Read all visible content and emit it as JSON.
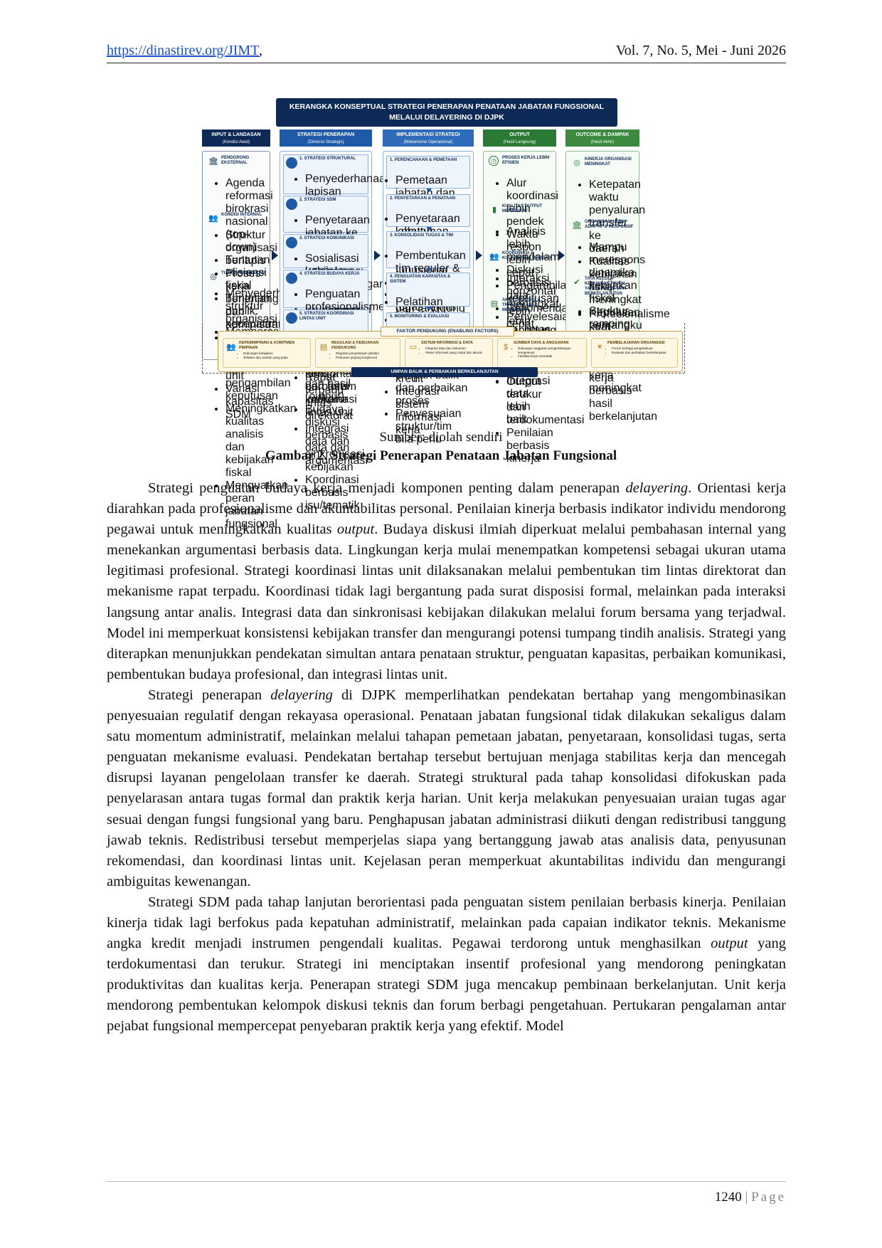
{
  "header": {
    "url": "https://dinastirev.org/JIMT",
    "comma": ",",
    "volume": "Vol. 7, No. 5, Mei - Juni 2026"
  },
  "figure": {
    "title_line1": "KERANGKA KONSEPTUAL STRATEGI PENERAPAN PENATAAN JABATAN FUNGSIONAL",
    "title_line2": "MELALUI DELAYERING DI DJPK",
    "columns": [
      {
        "title": "INPUT & LANDASAN",
        "sub": "(Kondisi Awal)",
        "color": "#0d2a57"
      },
      {
        "title": "STRATEGI PENERAPAN",
        "sub": "(Dimensi Strategis)",
        "color": "#1f5aa6"
      },
      {
        "title": "IMPLEMENTASI STRATEGI",
        "sub": "(Mekanisme Operasional)",
        "color": "#2e6bb8"
      },
      {
        "title": "OUTPUT",
        "sub": "(Hasil Langsung)",
        "color": "#2a7a35"
      },
      {
        "title": "OUTCOME & DAMPAK",
        "sub": "(Hasil Akhir)",
        "color": "#3c8a3f"
      }
    ],
    "input": [
      {
        "title": "PENDORONG EKSTERNAL",
        "items": [
          "Agenda reformasi birokrasi nasional (top-down)",
          "Tuntutan efisiensi fiskal",
          "Tuntutan publik: kecepatan, akuntabilitas, transparansi"
        ]
      },
      {
        "title": "KONDISI INTERNAL",
        "items": [
          "Struktur organisasi berlapis",
          "Proses kerja berjenjang dan administratif",
          "Fragmentasi koordinasi antar unit",
          "Variasi kapasitas SDM"
        ]
      },
      {
        "title": "TUJUAN KEBIJAKAN",
        "items": [
          "Menyederhanakan struktur organisasi",
          "Mempercepat proses kerja dan pengambilan keputusan",
          "Meningkatkan kualitas analisis dan kebijakan fiskal",
          "Menguatkan peran jabatan fungsional"
        ]
      }
    ],
    "strategi": [
      {
        "title": "1. STRATEGI STRUKTURAL",
        "items": [
          "Penyederhanaan lapisan eselon",
          "Pemetaan ulang unit kerja",
          "Penegasan garis komando teknis",
          "Penguatan fungsi koordinatif ke mekanisme tim"
        ]
      },
      {
        "title": "2. STRATEGI SDM",
        "items": [
          "Penyetaraan jabatan ke fungsional",
          "Pemetaan kompetensi",
          "Pengembangan kapasitas (pelatihan, sertifikasi, angka kredit)",
          "Penilaian kinerja berbasis indikator"
        ]
      },
      {
        "title": "3. STRATEGI KOMUNIKASI",
        "items": [
          "Sosialisasi kebijakan dan rasionalitas",
          "Transparansi informasi karier dan angka kredit",
          "Komunikasi horizontal dan forum koordinasi lintas unit"
        ]
      },
      {
        "title": "4. STRATEGI BUDAYA KERJA",
        "items": [
          "Penguatan profesionalisme, integritas, akuntabilitas",
          "Orientasi pada kompetensi dan hasil (output)",
          "Budaya diskusi berbasis data dan argumentasi"
        ]
      },
      {
        "title": "5. STRATEGI KOORDINASI LINTAS UNIT",
        "items": [
          "Pembentukan tim reguler & ad hoc",
          "Rapat terpadu lintas direktorat",
          "Integrasi data dan sinkronisasi kebijakan",
          "Koordinasi berbasis isu/tematik"
        ]
      }
    ],
    "implementasi": [
      {
        "title": "1. PERENCANAAN & PEMETAAN",
        "items": [
          "Pemetaan jabatan dan kompetensi",
          "Analisis kebutuhan organisasi"
        ]
      },
      {
        "title": "2. PENYETARAAN & PENATAAN",
        "items": [
          "Penyetaraan jabatan administratif ke jabatan fungsional",
          "Penyesuaian uraian tugas dan tanggung jawab"
        ]
      },
      {
        "title": "3. KONSOLIDASI TUGAS & TIM",
        "items": [
          "Pembentukan tim reguler & ad hoc",
          "Redistribusi tugas teknis",
          "Penataan alur kerja dan alur persetujuan dokumen"
        ]
      },
      {
        "title": "4. PENGUATAN KAPASITAS & SISTEM",
        "items": [
          "Pelatihan teknis dan pembinaan berkelanjutan",
          "Penguatan sistem angka kredit",
          "Integrasi sistem informasi kerja"
        ]
      },
      {
        "title": "5. MONITORING & EVALUASI",
        "items": [
          "Pemantauan kinerja individu & unit",
          "Umpan balik dan perbaikan proses",
          "Penyesuaian struktur/tim bila perlu"
        ]
      }
    ],
    "output": [
      {
        "title": "PROSES KERJA LEBIH EFISIEN",
        "items": [
          "Alur koordinasi lebih pendek",
          "Waktu respon lebih cepat",
          "Pengambilan keputusan lebih cepat"
        ]
      },
      {
        "title": "KUALITAS OUTPUT MENINGKAT",
        "items": [
          "Analisis lebih mendalam",
          "Diskusi berbasis data",
          "Rekomendasi lebih komprehensif"
        ]
      },
      {
        "title": "KOORDINASI & KOLABORASI MEMBAIK",
        "items": [
          "Interaksi horizontal meningkat",
          "Penyelesaian isu lintas fungsi lebih cepat",
          "Integrasi data lebih baik"
        ]
      },
      {
        "title": "AKUNTABILITAS & TRANSPARANSI MENINGKAT",
        "items": [
          "Tanggung jawab lebih jelas",
          "Output terukur dan terdokumentasi",
          "Penilaian berbasis kinerja"
        ]
      }
    ],
    "outcome": [
      {
        "title": "KINERJA ORGANISASI MENINGKAT",
        "items": [
          "Ketepatan waktu penyaluran transfer ke daerah",
          "Kualitas kebijakan fiskal meningkat",
          "Kepuasan pemangku kepentingan meningkat"
        ]
      },
      {
        "title": "ORGANISASI LEBIH ADAPTIF & RESPONSIF",
        "items": [
          "Mampu merespons dinamika kebijakan fiskal",
          "Struktur ramping dan fleksibel",
          "Inovasi kerja meningkat"
        ]
      },
      {
        "title": "TATA KELOLA KEBIJAKAN FISKAL YANG EFEKTIF DAN BERKELANJUTAN",
        "items": [
          "Profesionalisme kuat",
          "Integritas terjaga",
          "Budaya kerja berbasis hasil berkelanjutan"
        ]
      }
    ],
    "enabling_title": "FAKTOR PENDUKUNG (ENABLING FACTORS)",
    "enabling": [
      {
        "title": "KEPEMIMPINAN & KOMITMEN PIMPINAN",
        "items": [
          "Dukungan kebijakan",
          "Teladan dan arahan yang jelas"
        ]
      },
      {
        "title": "REGULASI & KEBIJAKAN PENDUKUNG",
        "items": [
          "Regulasi penyetaraan jabatan",
          "Pedoman jenjang fungsional"
        ]
      },
      {
        "title": "SISTEM INFORMASI & DATA",
        "items": [
          "Integrasi data dan dokumen",
          "Akses informasi yang cepat dan akurat"
        ]
      },
      {
        "title": "SUMBER DAYA & ANGGARAN",
        "items": [
          "Dukungan anggaran pengembangan kompetensi",
          "Fasilitas kerja memadai"
        ]
      },
      {
        "title": "PEMBELAJARAN ORGANISASI",
        "items": [
          "Forum berbagi pengetahuan",
          "Evaluasi dan perbaikan berkelanjutan"
        ]
      }
    ],
    "feedback": "UMPAN BALIK & PERBAIKAN BERKELANJUTAN"
  },
  "caption": {
    "source": "Sumber: diolah sendiri",
    "label": "Gambar 2",
    "title": "Strategi Penerapan Penataan Jabatan Fungsional"
  },
  "body": {
    "p1": [
      {
        "t": "Strategi penguatan budaya kerja menjadi komponen penting dalam penerapan "
      },
      {
        "t": "delayering",
        "i": true
      },
      {
        "t": ". Orientasi kerja diarahkan pada profesionalisme dan akuntabilitas personal. Penilaian kinerja berbasis indikator individu mendorong pegawai untuk meningkatkan kualitas "
      },
      {
        "t": "output",
        "i": true
      },
      {
        "t": ". Budaya diskusi ilmiah diperkuat melalui pembahasan internal yang menekankan argumentasi berbasis data. Lingkungan kerja mulai menempatkan kompetensi sebagai ukuran utama legitimasi profesional. Strategi koordinasi lintas unit dilaksanakan melalui pembentukan tim lintas direktorat dan mekanisme rapat terpadu. Koordinasi tidak lagi bergantung pada surat disposisi formal, melainkan pada interaksi langsung antar analis. Integrasi data dan sinkronisasi kebijakan dilakukan melalui forum bersama yang terjadwal. Model ini memperkuat konsistensi kebijakan transfer dan mengurangi potensi tumpang tindih analisis. Strategi yang diterapkan menunjukkan pendekatan simultan antara penataan struktur, penguatan kapasitas, perbaikan komunikasi, pembentukan budaya profesional, dan integrasi lintas unit."
      }
    ],
    "p2": [
      {
        "t": "Strategi penerapan "
      },
      {
        "t": "delayering",
        "i": true
      },
      {
        "t": " di DJPK memperlihatkan pendekatan bertahap yang mengombinasikan penyesuaian regulatif dengan rekayasa operasional. Penataan jabatan fungsional tidak dilakukan sekaligus dalam satu momentum administratif, melainkan melalui tahapan pemetaan jabatan, penyetaraan, konsolidasi tugas, serta penguatan mekanisme evaluasi. Pendekatan bertahap tersebut bertujuan menjaga stabilitas kerja dan mencegah disrupsi layanan pengelolaan transfer ke daerah. Strategi struktural pada tahap konsolidasi difokuskan pada penyelarasan antara tugas formal dan praktik kerja harian. Unit kerja melakukan penyesuaian uraian tugas agar sesuai dengan fungsi fungsional yang baru. Penghapusan jabatan administrasi diikuti dengan redistribusi tanggung jawab teknis. Redistribusi tersebut memperjelas siapa yang bertanggung jawab atas analisis data, penyusunan rekomendasi, dan koordinasi lintas unit. Kejelasan peran memperkuat akuntabilitas individu dan mengurangi ambiguitas kewenangan."
      }
    ],
    "p3": [
      {
        "t": "Strategi SDM pada tahap lanjutan berorientasi pada penguatan sistem penilaian berbasis kinerja. Penilaian kinerja tidak lagi berfokus pada kepatuhan administratif, melainkan pada capaian indikator teknis. Mekanisme angka kredit menjadi instrumen pengendali kualitas. Pegawai terdorong untuk menghasilkan "
      },
      {
        "t": "output",
        "i": true
      },
      {
        "t": " yang terdokumentasi dan terukur. Strategi ini menciptakan insentif profesional yang mendorong peningkatan produktivitas dan kualitas kerja. Penerapan strategi SDM juga mencakup pembinaan berkelanjutan. Unit kerja mendorong pembentukan kelompok diskusi teknis dan forum berbagi pengetahuan. Pertukaran pengalaman antar pejabat fungsional mempercepat penyebaran praktik kerja yang efektif. Model"
      }
    ]
  },
  "footer": {
    "page_number": "1240",
    "separator": "|",
    "page_label": "Page"
  }
}
